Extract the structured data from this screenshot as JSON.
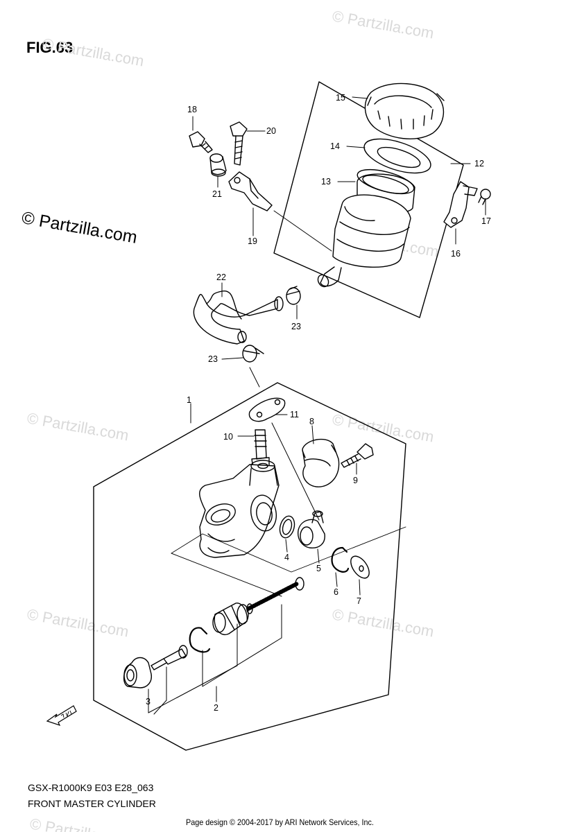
{
  "figure": {
    "title": "FIG.63",
    "code": "GSX-R1000K9 E03 E28_063",
    "name": "FRONT MASTER CYLINDER"
  },
  "watermark": {
    "main": "© Partzilla.com",
    "faint": "© Partzilla.com"
  },
  "footer": {
    "credit": "Page design © 2004-2017 by ARI Network Services, Inc."
  },
  "callouts": {
    "n1": "1",
    "n2": "2",
    "n3": "3",
    "n4": "4",
    "n5": "5",
    "n6": "6",
    "n7": "7",
    "n8": "8",
    "n9": "9",
    "n10": "10",
    "n11": "11",
    "n12": "12",
    "n13": "13",
    "n14": "14",
    "n15": "15",
    "n16": "16",
    "n17": "17",
    "n18": "18",
    "n19": "19",
    "n20": "20",
    "n21": "21",
    "n22": "22",
    "n23a": "23",
    "n23b": "23"
  },
  "fwd_icon": "fwd-arrow",
  "colors": {
    "line": "#000000",
    "watermark": "#d9d9d9"
  }
}
